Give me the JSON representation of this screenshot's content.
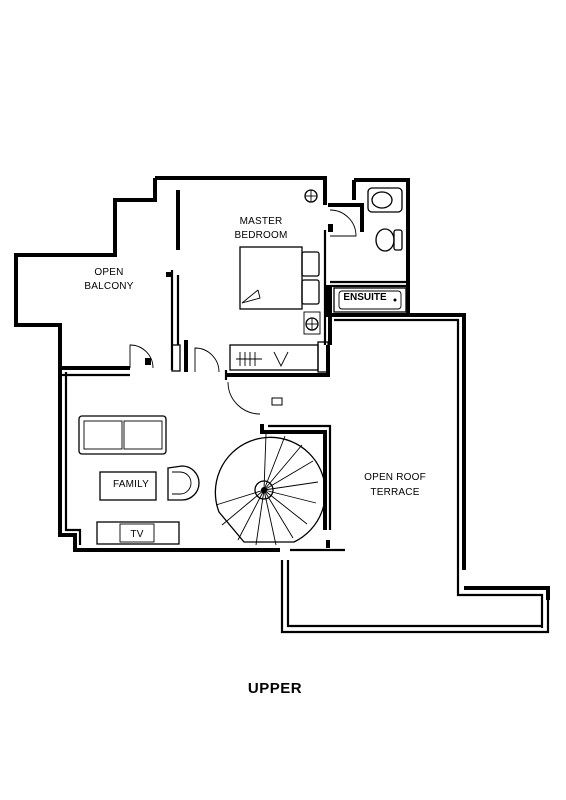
{
  "rooms": {
    "master_bedroom": [
      "MASTER",
      "BEDROOM"
    ],
    "open_balcony": [
      "OPEN",
      "BALCONY"
    ],
    "ensuite": "ENSUITE",
    "family": "FAMILY",
    "tv": "TV",
    "open_roof_terrace": [
      "OPEN ROOF",
      "TERRACE"
    ]
  },
  "floor_label": "UPPER"
}
